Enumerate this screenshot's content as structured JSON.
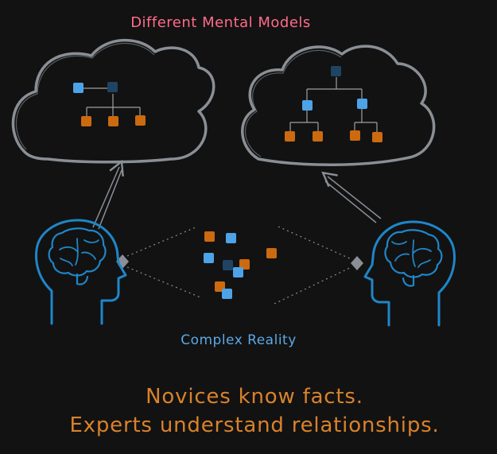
{
  "title": "Different Mental Models",
  "reality_label": "Complex Reality",
  "caption_lines": [
    "Novices know facts.",
    "Experts understand relationships."
  ],
  "colors": {
    "background": "#121212",
    "cloud_stroke": "#8a8f96",
    "fact_blue": "#4da3e8",
    "fact_dark": "#1f4463",
    "fact_orange": "#cc6a10",
    "head_outline": "#1f86c8",
    "title": "#ff6b8a",
    "reality": "#5aa9e6",
    "caption": "#d9822b"
  },
  "icons": [
    "cloud-icon",
    "head-brain-icon",
    "arrow-icon"
  ]
}
